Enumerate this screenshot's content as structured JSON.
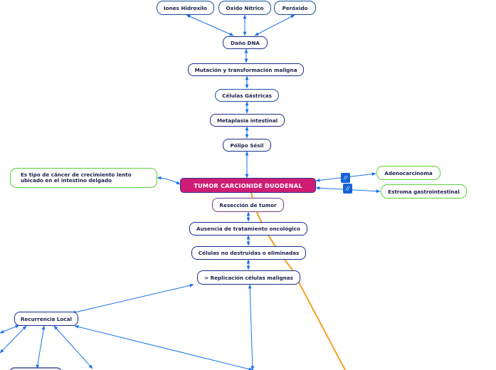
{
  "nodes": {
    "iones": "Iones Hidroxilo",
    "oxido": "Oxido Nítrico",
    "peroxido": "Peróxido",
    "dano": "Daño DNA",
    "mutacion": "Mutación y transformación maligna",
    "gastricas": "Células Gástricas",
    "metaplasia": "Metaplasia intestinal",
    "polipo": "Pólipo Sésil",
    "central": "TUMOR CARCIONIDE DUODENAL",
    "descripcion": "Es tipo de cáncer de crecimiento lento ubicado en el intestino delgado",
    "adeno": "Adenocarcinoma",
    "estroma": "Estroma gastrointestinal",
    "reseccion": "Resección de tumor",
    "ausencia": "Ausencia de tratamiento oncológico",
    "celulas_no": "Células no destruidas o eliminadas",
    "replicacion": "> Replicación células malignas",
    "recurrencia": "Recurrencia Local"
  },
  "tags": {
    "tag1": "//",
    "tag2": "//"
  },
  "colors": {
    "connector": "#1a73e8",
    "central_fill": "#cf1d75",
    "central_border": "#3a2c96",
    "green_border": "#5cd23a",
    "orange_line": "#f5a020"
  }
}
